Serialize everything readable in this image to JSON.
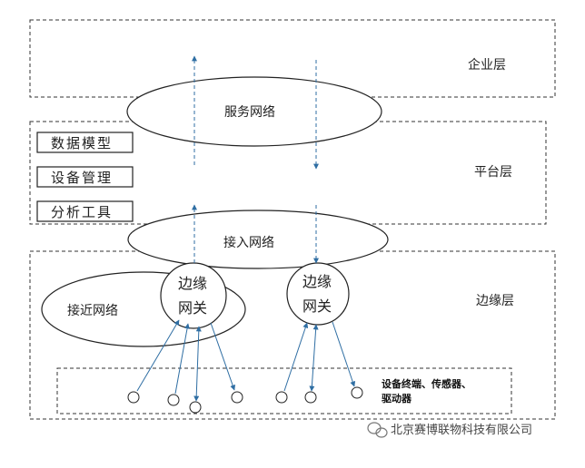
{
  "layers": {
    "enterprise": "企业层",
    "platform": "平台层",
    "edge": "边缘层"
  },
  "networks": {
    "service": "服务网络",
    "access": "接入网络",
    "proximity": "接近网络"
  },
  "platform_tools": [
    "数据模型",
    "设备管理",
    "分析工具"
  ],
  "gateways": [
    {
      "line1": "边缘",
      "line2": "网关"
    },
    {
      "line1": "边缘",
      "line2": "网关"
    }
  ],
  "devices": {
    "line1": "设备终端、传感器、",
    "line2": "驱动器"
  },
  "watermark": "北京赛博联物科技有限公司",
  "colors": {
    "arrow": "#2f6ea3",
    "dashed_border": "#333333",
    "outline": "#222222"
  }
}
